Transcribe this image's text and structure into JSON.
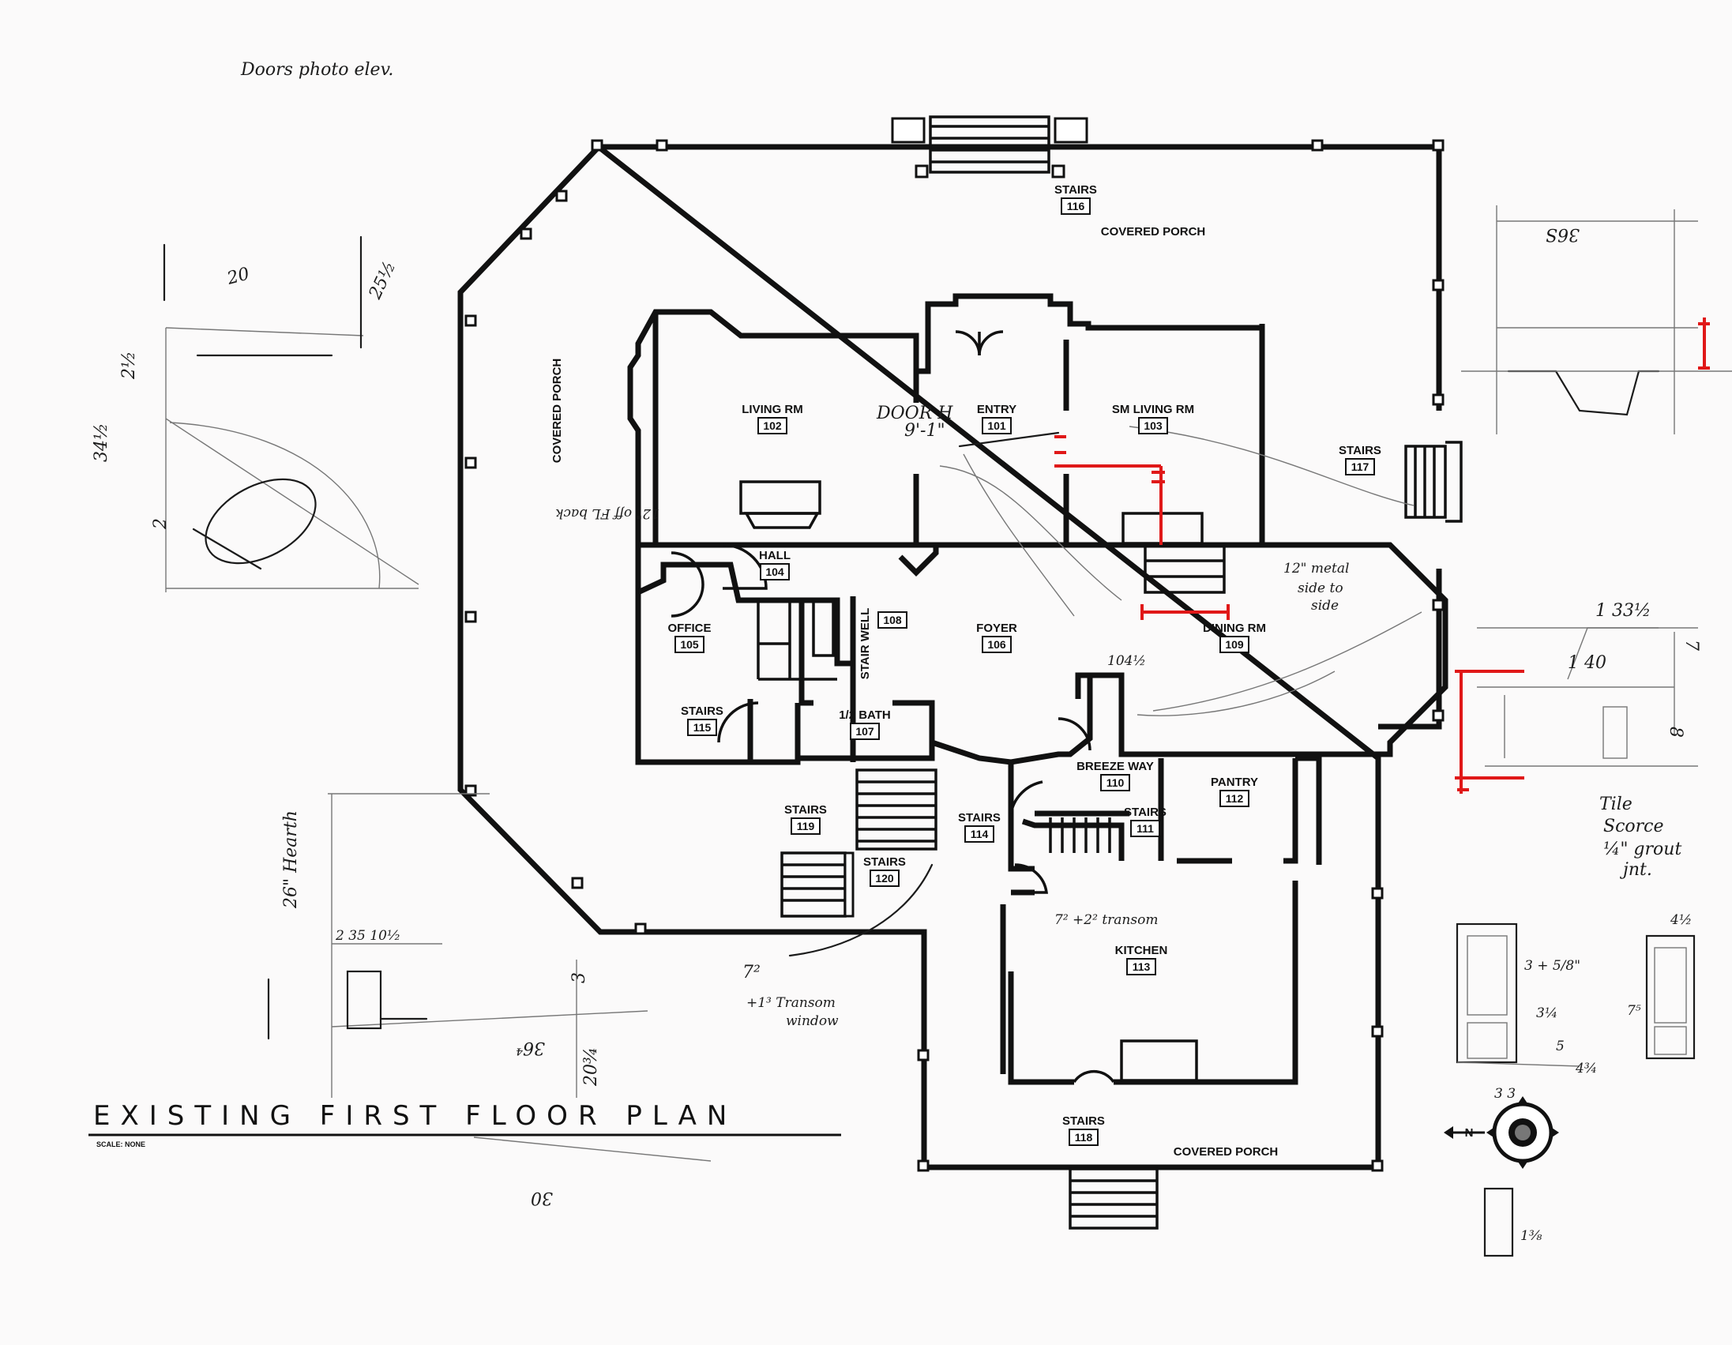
{
  "title": "EXISTING FIRST FLOOR PLAN",
  "scale_note": "SCALE: NONE",
  "header_note": "Doors photo elev.",
  "rooms": [
    {
      "label": "STAIRS",
      "number": "116"
    },
    {
      "label": "COVERED PORCH",
      "number": ""
    },
    {
      "label": "LIVING RM",
      "number": "102"
    },
    {
      "label": "ENTRY",
      "number": "101"
    },
    {
      "label": "SM LIVING RM",
      "number": "103"
    },
    {
      "label": "STAIRS",
      "number": "117"
    },
    {
      "label": "HALL",
      "number": "104"
    },
    {
      "label": "OFFICE",
      "number": "105"
    },
    {
      "label": "STAIR WELL",
      "number": "108"
    },
    {
      "label": "FOYER",
      "number": "106"
    },
    {
      "label": "DINING RM",
      "number": "109"
    },
    {
      "label": "STAIRS",
      "number": "115"
    },
    {
      "label": "1/2 BATH",
      "number": "107"
    },
    {
      "label": "BREEZE WAY",
      "number": "110"
    },
    {
      "label": "PANTRY",
      "number": "112"
    },
    {
      "label": "STAIRS",
      "number": "119"
    },
    {
      "label": "STAIRS",
      "number": "114"
    },
    {
      "label": "STAIRS",
      "number": "111"
    },
    {
      "label": "STAIRS",
      "number": "120"
    },
    {
      "label": "KITCHEN",
      "number": "113"
    },
    {
      "label": "STAIRS",
      "number": "118"
    },
    {
      "label": "COVERED PORCH",
      "number": ""
    }
  ],
  "porch_left_label": "COVERED PORCH",
  "annotations": {
    "door_h": "DOOR H",
    "door_h_dim": "9'-1\"",
    "fireplace_note": "12\" off FL back",
    "metal_note_1": "12\" metal",
    "metal_note_2": "side to",
    "metal_note_3": "side",
    "dim_104": "104½",
    "dim_72": "7²",
    "dim_13_transom_1": "+1³ Transom",
    "dim_13_transom_2": "window",
    "kitchen_note": "7² +2² transom",
    "tile_note_1": "Tile",
    "tile_note_2": "Scorce",
    "tile_note_3": "¼\" grout",
    "tile_note_4": "jnt.",
    "hearth_note": "26\" Hearth",
    "dim_20": "20",
    "dim_25": "25½",
    "dim_34": "34½",
    "dim_2": "2",
    "dim_22": "2½",
    "dim_36": "36⁴",
    "dim_30": "30",
    "dim_20b": "20¾",
    "dim_133": "1 33½",
    "dim_40": "1 40",
    "dim_3656": "36S",
    "dim_3": "3",
    "dim_38": "3 + 5/8\"",
    "dim_34b": "3¼",
    "dim_33": "3 3",
    "dim_43": "4¾",
    "dim_45": "4½",
    "dim_75": "7⁵",
    "dim_13": "1³⁄₈",
    "dim_7": "7",
    "dim_5": "5",
    "dim_8": "8"
  },
  "compass_label": "N"
}
